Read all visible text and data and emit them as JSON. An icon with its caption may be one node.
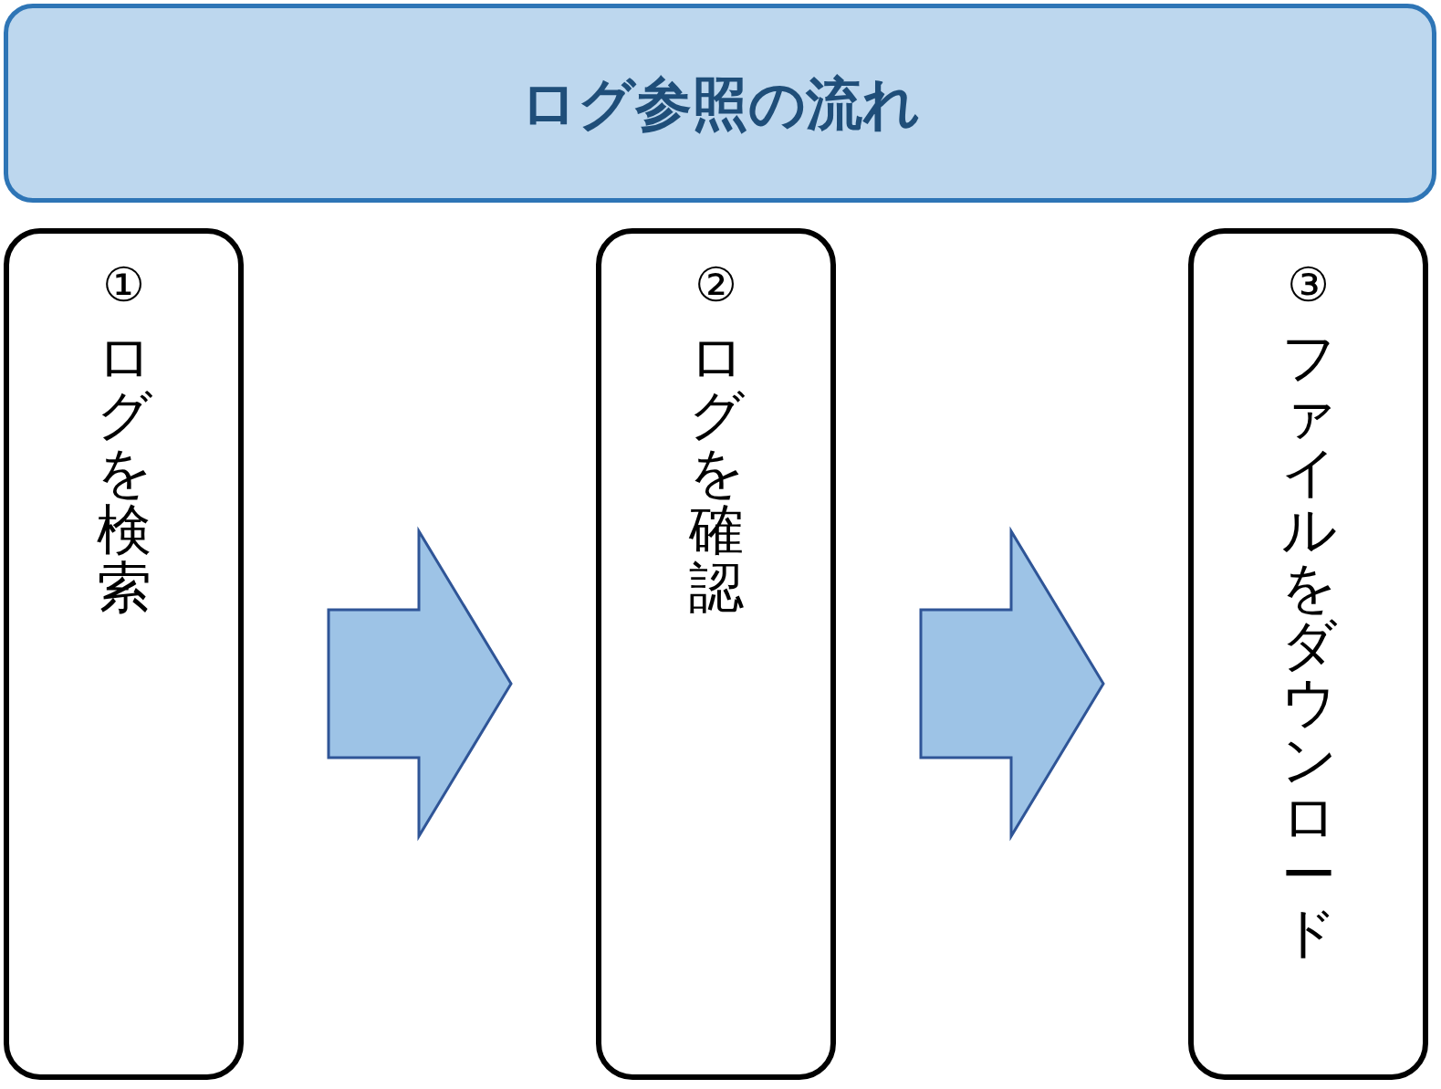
{
  "diagram": {
    "title": "ログ参照の流れ",
    "nodes": [
      {
        "text": [
          "①",
          "ログを検索"
        ]
      },
      {
        "text": [
          "②",
          "ログを確認"
        ]
      },
      {
        "text": [
          "③",
          "ファイルをダウンロード"
        ]
      }
    ],
    "edges": [
      {
        "from": 0,
        "to": 1,
        "arrow": "to"
      },
      {
        "from": 1,
        "to": 2,
        "arrow": "to"
      }
    ]
  }
}
